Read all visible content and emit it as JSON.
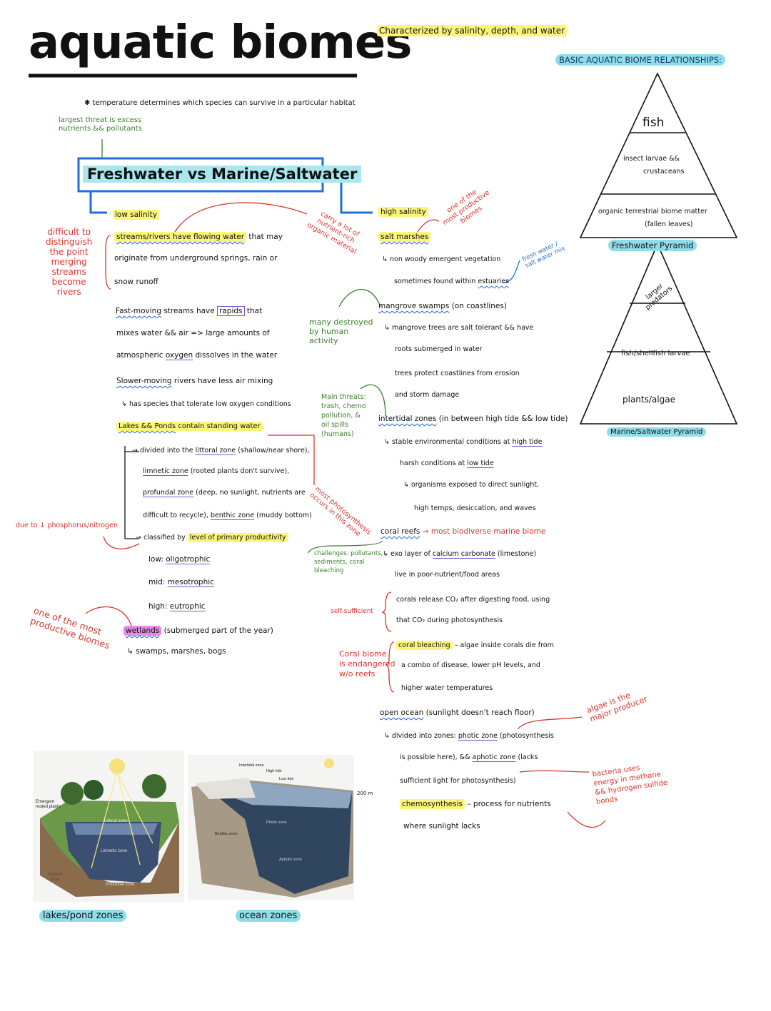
{
  "title": "aquatic biomes",
  "subtitle": "Characterized by salinity, depth, and water",
  "star_note": "✱ temperature determines which species can survive in a particular habitat",
  "threat_note": [
    "largest threat is excess",
    "nutrients && pollutants"
  ],
  "main_box": "Freshwater vs Marine/Saltwater",
  "freshwater": {
    "heading": "low salinity",
    "streams": [
      "streams/rivers have flowing water",
      " that may",
      "originate from underground springs, rain or",
      "snow runoff"
    ],
    "streams_note": [
      "difficult to",
      "distinguish",
      "the point",
      "merging",
      "streams",
      "become",
      "rivers"
    ],
    "fast": [
      "Fast-moving",
      " streams have ",
      "rapids",
      " that",
      "mixes water && air => large amounts of",
      "atmospheric ",
      "oxygen",
      " dissolves in the water"
    ],
    "slower": [
      "Slower-moving",
      " rivers have less air mixing",
      "↳ has species that tolerate low oxygen conditions"
    ],
    "lakes": [
      "Lakes && Ponds",
      " contain standing water"
    ],
    "zones": [
      "→ divided into the ",
      "littoral zone",
      " (shallow/near shore),",
      "limnetic zone",
      " (rooted plants don't survive),",
      "profundal zone",
      " (deep, no sunlight, nutrients are",
      "difficult to recycle), ",
      "benthic zone",
      " (muddy bottom)"
    ],
    "classified": [
      "→ classified by ",
      "level of primary productivity"
    ],
    "levels": [
      [
        "low: ",
        "oligotrophic"
      ],
      [
        "mid: ",
        "mesotrophic"
      ],
      [
        "high: ",
        "eutrophic"
      ]
    ],
    "phosphorus_note": "due to ↓ phosphorus/nitrogen",
    "wetlands": [
      "wetlands",
      " (submerged part of the year)",
      "↳ swamps, marshes, bogs"
    ],
    "wetlands_note": [
      "one of the most",
      "productive biomes"
    ]
  },
  "middle_notes": {
    "carry": [
      "carry a lot of",
      "nutrient-rich",
      "organic material"
    ],
    "destroyed": [
      "many destroyed",
      "by human",
      "activity"
    ],
    "threats": [
      "Main threats:",
      "trash, chemo",
      "pollution, &",
      "oil spills",
      "(humans)"
    ],
    "photosynthesis": [
      "most photosynthesis",
      "occurs in this zone"
    ],
    "challenges": [
      "challenges: pollutants,",
      "sediments, coral",
      "bleaching"
    ],
    "self_sufficient": "self-sufficient",
    "endangered": [
      "Coral biome",
      "is endangered",
      "w/o reefs"
    ]
  },
  "marine": {
    "heading": "high salinity",
    "salt_marshes": [
      "salt marshes",
      "↳ non woody emergent vegetation",
      "sometimes found within ",
      "estuaries"
    ],
    "salt_note": [
      "one of the",
      "most productive",
      "biomes"
    ],
    "estuary_note": [
      "fresh water /",
      "salt water mix"
    ],
    "mangrove": [
      "mangrove swamps",
      " (on coastlines)",
      "↳ mangrove trees are salt tolerant && have",
      "roots submerged in water",
      "trees protect coastlines from erosion",
      "and storm damage"
    ],
    "intertidal": [
      "intertidal zones",
      " (in between high tide && low tide)",
      "↳ stable environmental conditions at ",
      "high tide",
      "harsh conditions at ",
      "low tide",
      "↳ organisms exposed to direct sunlight,",
      "high temps, desiccation, and waves"
    ],
    "coral": [
      "coral reefs",
      " → most biodiverse marine biome",
      "↳ exo layer of ",
      "calcium carbonate",
      " (limestone)",
      "live in poor-nutrient/food areas",
      "corals release CO₂ after digesting food, using",
      "that CO₂ during photosynthesis",
      "coral bleaching",
      " – algae inside corals die from",
      "a combo of disease, lower pH levels, and",
      "higher water temperatures"
    ],
    "ocean": [
      "open ocean",
      " (sunlight doesn't reach floor)",
      "↳ divided into zones: ",
      "photic zone",
      " (photosynthesis",
      "is possible here), && ",
      "aphotic zone",
      " (lacks",
      "sufficient light for photosynthesis)",
      "chemosynthesis",
      " – process for nutrients",
      "where sunlight lacks"
    ],
    "algae_note": [
      "algae is the",
      "major producer"
    ],
    "bacteria_note": [
      "bacteria uses",
      "energy in methane",
      "&& hydrogen sulfide",
      "bonds"
    ]
  },
  "pyramids": {
    "heading": "BASIC AQUATIC BIOME RELATIONSHIPS:",
    "freshwater": {
      "label": "Freshwater Pyramid",
      "levels": [
        "fish",
        "insect larvae &&",
        "crustaceans",
        "organic terrestrial biome matter",
        "(fallen leaves)"
      ]
    },
    "marine": {
      "label": "Marine/Saltwater Pyramid",
      "levels": [
        "larger",
        "predators",
        "fish/shellfish larvae",
        "plants/algae"
      ]
    }
  },
  "figures": {
    "lake": {
      "caption": "lakes/pond zones",
      "labels": [
        "Emergent",
        "rooted plants",
        "Littoral zone",
        "Limnetic zone",
        "Benthic",
        "zone",
        "Profundal zone"
      ]
    },
    "ocean": {
      "caption": "ocean zones",
      "labels": [
        "Intertidal zone",
        "High tide",
        "Low tide",
        "200 m",
        "Photic zone",
        "Benthic zone",
        "Aphotic zone"
      ]
    }
  },
  "colors": {
    "red": "#d9342b",
    "green": "#3c7d2e",
    "blue": "#1f6fd6",
    "highlight_yellow": "#fbf57a",
    "highlight_cyan": "#8fdcea",
    "highlight_pink": "#e58ae8"
  }
}
